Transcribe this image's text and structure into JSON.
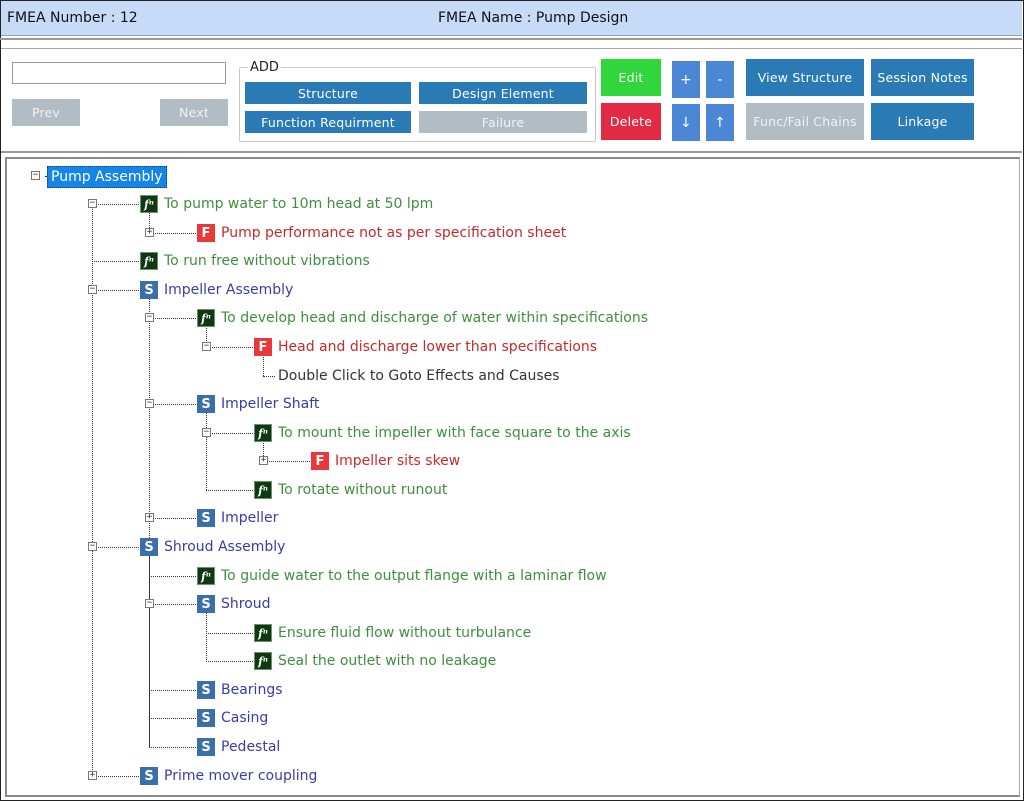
{
  "header": {
    "fmea_number": "FMEA Number : 12",
    "fmea_name": "FMEA Name : Pump Design"
  },
  "toolbar": {
    "search_value": "",
    "prev": "Prev",
    "next": "Next",
    "add_label": "ADD",
    "structure": "Structure",
    "design_element": "Design Element",
    "function_requirment": "Function Requirment",
    "failure": "Failure",
    "edit": "Edit",
    "delete": "Delete",
    "plus": "+",
    "minus": "-",
    "down": "↓",
    "up": "↑",
    "view_structure": "View Structure",
    "session_notes": "Session Notes",
    "func_fail_chains": "Func/Fail Chains",
    "linkage": "Linkage"
  },
  "icons": {
    "structure": "S",
    "failure": "F",
    "function": "fⁿ"
  },
  "tree": {
    "root": "Pump Assembly",
    "n1": "To pump water to 10m head at 50 lpm",
    "n2": "Pump performance not as per specification sheet",
    "n3": "To run free without vibrations",
    "n4": "Impeller Assembly",
    "n5": "To develop head and discharge of water within specifications",
    "n6": "Head and discharge lower than specifications",
    "n7": "Double Click to Goto Effects and Causes",
    "n8": "Impeller Shaft",
    "n9": "To mount the impeller with face square to the axis",
    "n10": "Impeller sits skew",
    "n11": "To rotate without runout",
    "n12": "Impeller",
    "n13": "Shroud Assembly",
    "n14": "To guide water to the output flange with a laminar flow",
    "n15": "Shroud",
    "n16": "Ensure fluid flow without turbulance",
    "n17": "Seal the outlet with no leakage",
    "n18": "Bearings",
    "n19": "Casing",
    "n20": "Pedestal",
    "n21": "Prime mover coupling"
  },
  "colors": {
    "title_bg": "#c6dbf7",
    "primary": "#2a7ab6",
    "edit": "#2fd73d",
    "delete": "#e22a45",
    "function_text": "#3f8f3f",
    "failure_text": "#c62a2a",
    "structure_text": "#3b3ba8"
  }
}
